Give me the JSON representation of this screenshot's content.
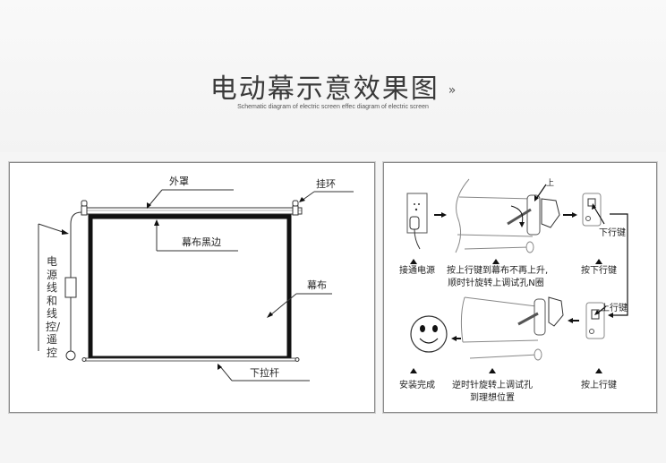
{
  "header": {
    "title": "电动幕示意效果图",
    "title_arrow": "»",
    "subtitle": "Schematic diagram of electric screen effec diagram of electric screen"
  },
  "left_diagram": {
    "labels": {
      "housing": "外罩",
      "hanging_ring": "挂环",
      "black_border": "幕布黑边",
      "screen_fabric": "幕布",
      "pull_rod": "下拉杆",
      "power_cable": "电源线和线控/遥控"
    }
  },
  "right_diagram": {
    "steps": [
      {
        "id": 1,
        "caption": "接通电源"
      },
      {
        "id": 2,
        "caption_line1": "按上行键到幕布不再上升,",
        "caption_line2": "顺时针旋转上调试孔N圈",
        "callout": "上"
      },
      {
        "id": 3,
        "caption": "按下行键",
        "callout": "下行键"
      },
      {
        "id": 4,
        "caption": "按上行键",
        "callout": "上行键"
      },
      {
        "id": 5,
        "caption_line1": "逆时针旋转上调试孔",
        "caption_line2": "到理想位置"
      },
      {
        "id": 6,
        "caption": "安装完成"
      }
    ]
  },
  "colors": {
    "background": "#f5f5f5",
    "panel_border": "#8a8a8a",
    "title": "#3a3a3a",
    "line": "#222222"
  }
}
